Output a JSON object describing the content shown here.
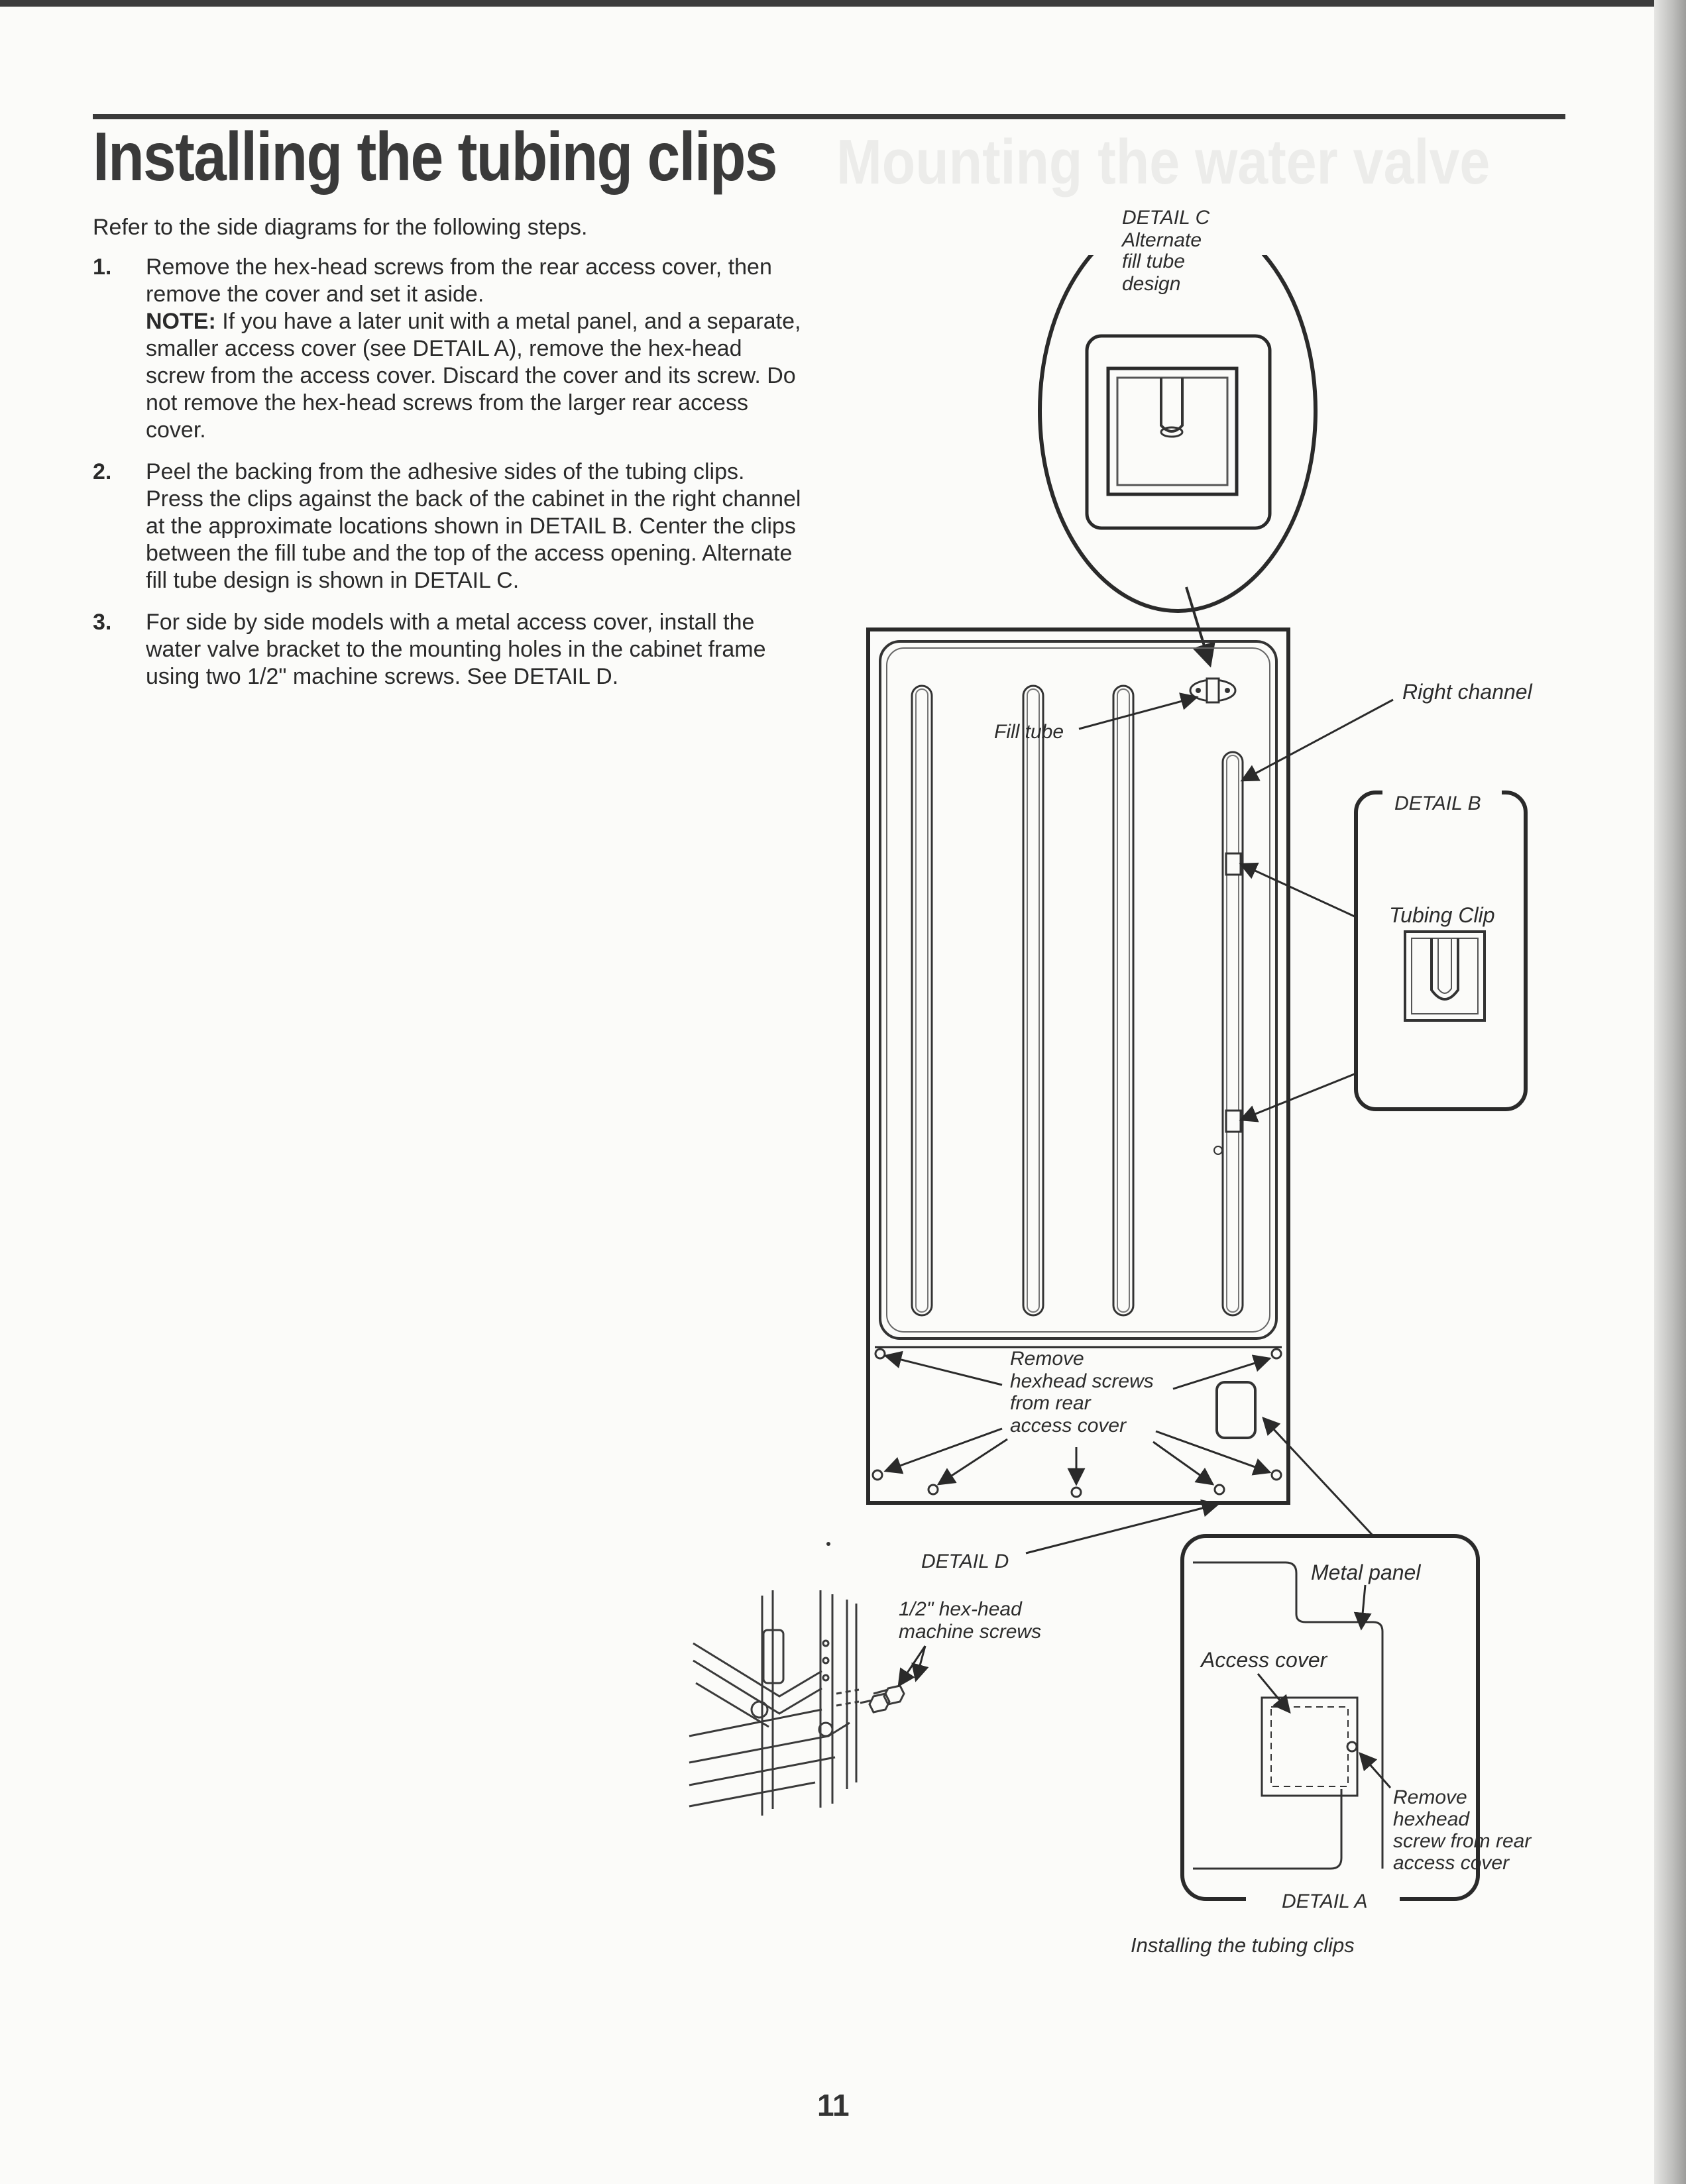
{
  "page": {
    "title": "Installing the tubing clips",
    "ghost_title": "Mounting the water valve",
    "intro": "Refer to the side diagrams for the following steps.",
    "page_number": "11"
  },
  "steps": [
    {
      "num": "1.",
      "text": "Remove the hex-head screws from the rear access cover, then remove the cover and set it aside.",
      "note_label": "NOTE:",
      "note_text": "If you have a later unit with a metal panel, and a separate, smaller access cover (see DETAIL A), remove the hex-head screw from the access cover. Discard the cover and its screw. Do not remove the hex-head screws from the larger rear access cover."
    },
    {
      "num": "2.",
      "text": "Peel the backing from the adhesive sides of the tubing clips. Press the clips against the back of the cabinet in the right channel at the approximate locations shown in DETAIL B. Center the clips between the fill tube and the top of the access opening. Alternate fill tube design is shown in DETAIL C."
    },
    {
      "num": "3.",
      "text": "For side by side models with a metal access cover, install the water valve bracket to the mounting holes in the cabinet frame using two 1/2\" machine screws.  See DETAIL D."
    }
  ],
  "diagram": {
    "detail_c": [
      "DETAIL C",
      "Alternate",
      "fill tube",
      "design"
    ],
    "fill_tube": "Fill tube",
    "right_channel": "Right channel",
    "detail_b": "DETAIL B",
    "tubing_clip": "Tubing Clip",
    "remove_hexhead": [
      "Remove",
      "hexhead screws",
      "from rear",
      "access cover"
    ],
    "detail_d": "DETAIL D",
    "machine_screws": [
      "1/2\" hex-head",
      "machine screws"
    ],
    "metal_panel": "Metal panel",
    "access_cover": "Access cover",
    "remove_screw": [
      "Remove",
      "hexhead",
      "screw from rear",
      "access cover"
    ],
    "detail_a": "DETAIL A",
    "caption": "Installing the tubing clips"
  }
}
